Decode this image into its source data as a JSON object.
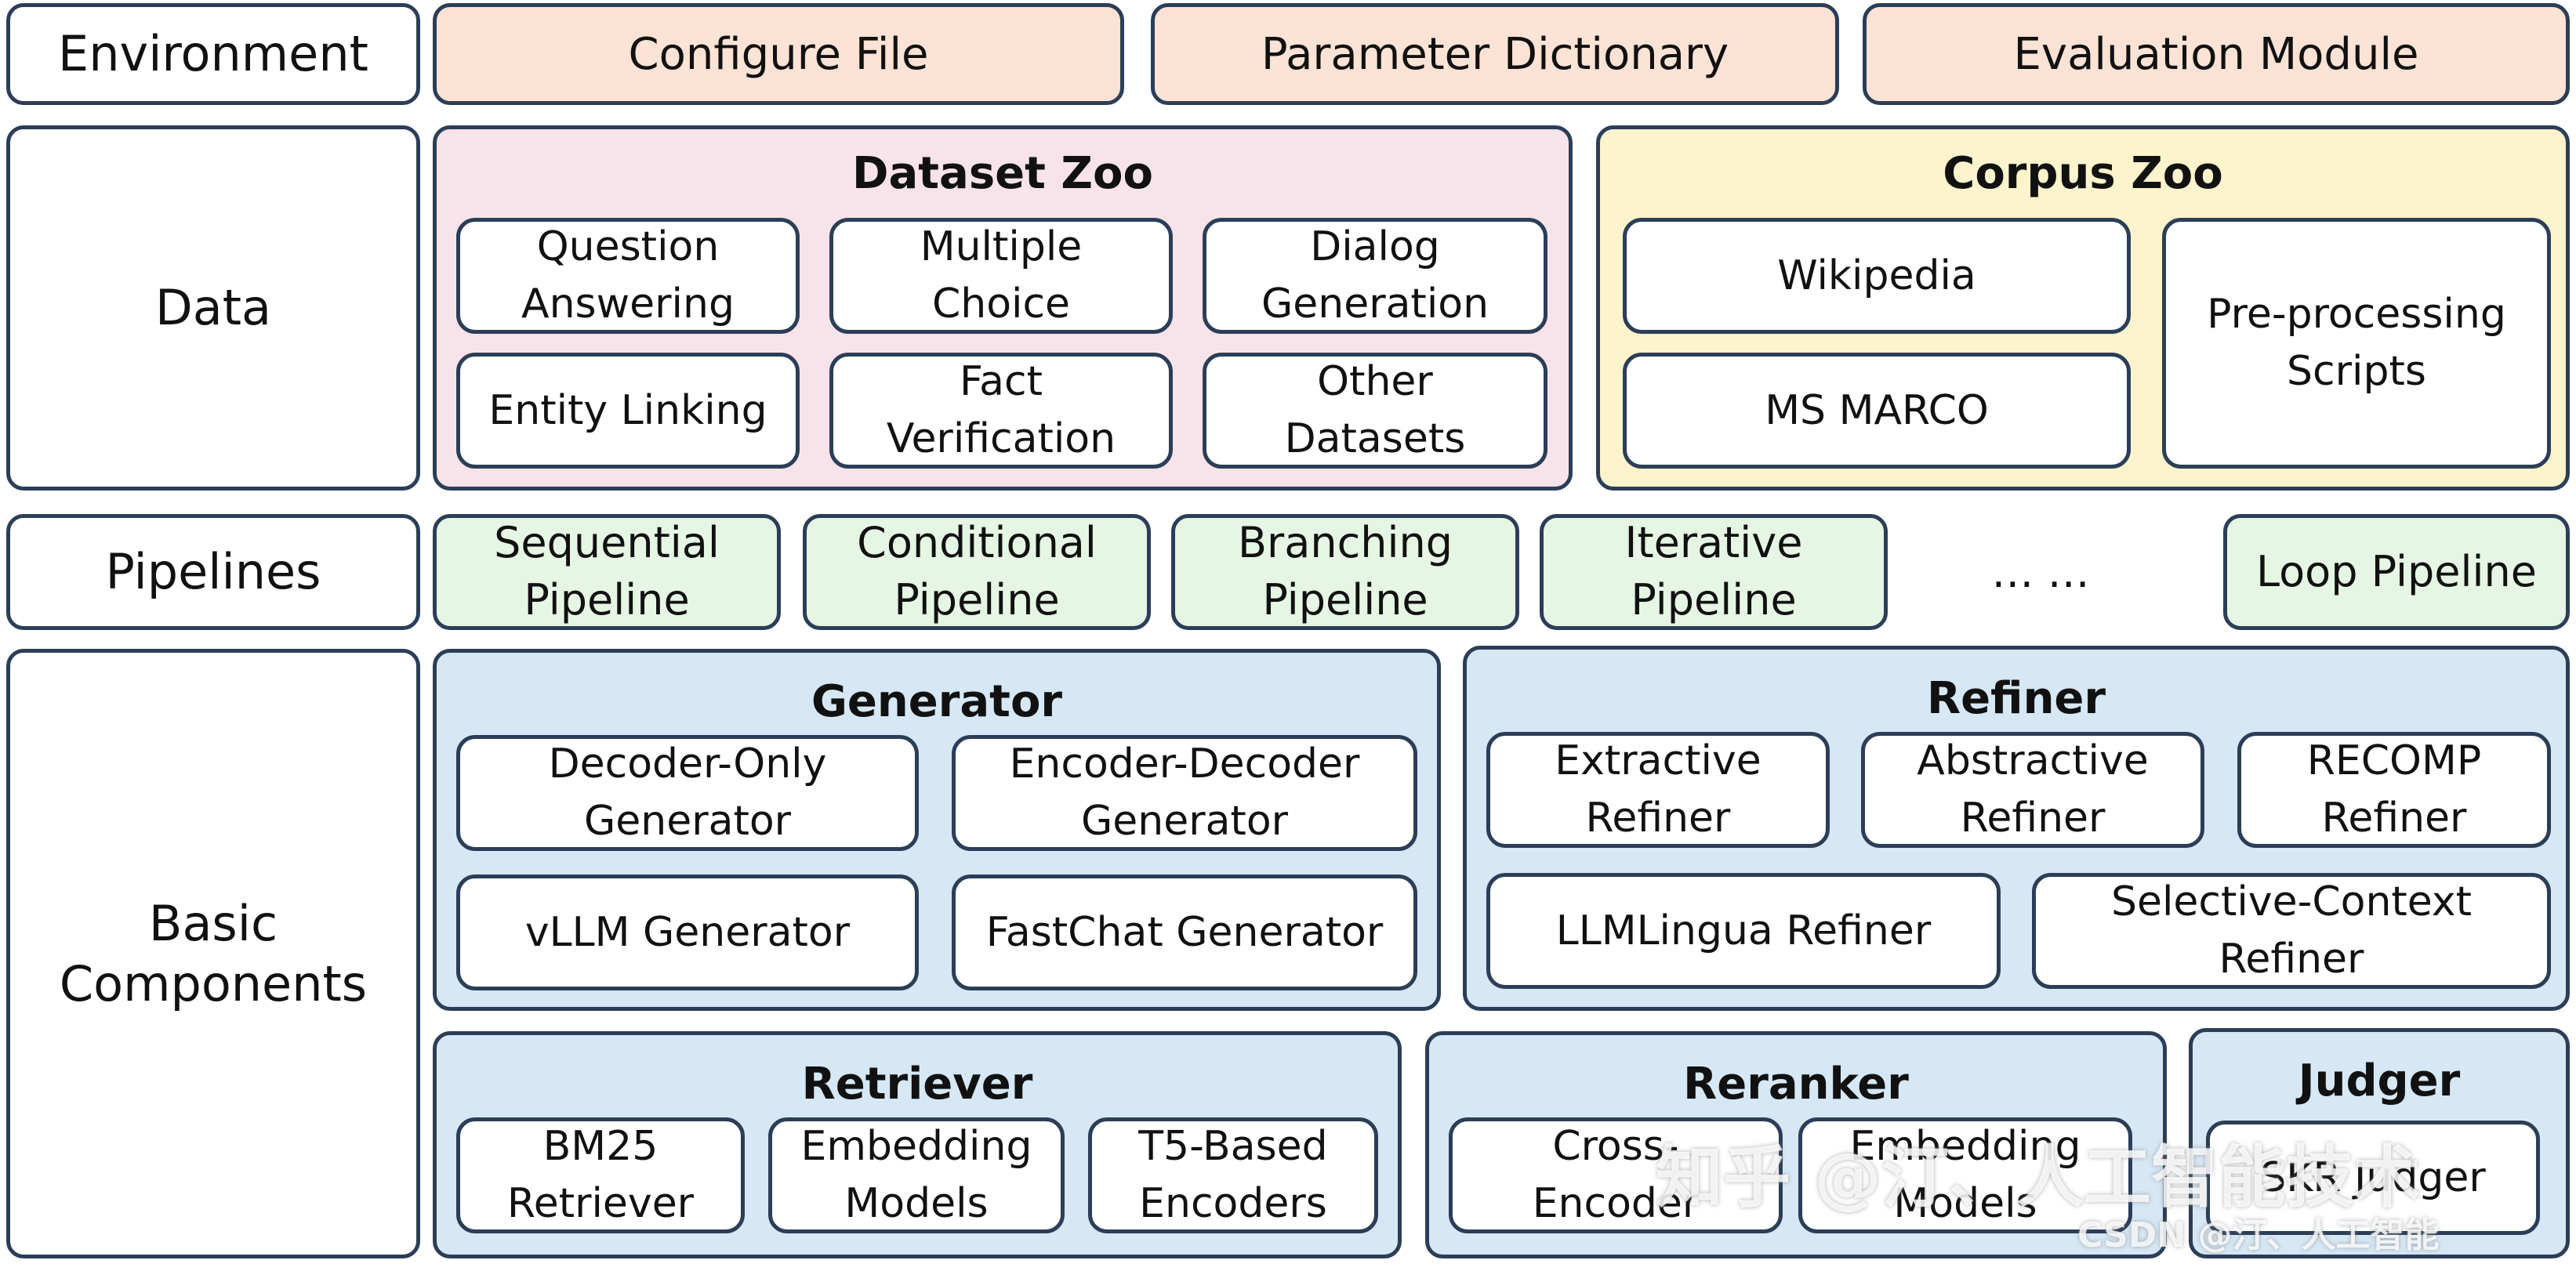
{
  "rows": {
    "environment": "Environment",
    "data": "Data",
    "pipelines": "Pipelines",
    "basic_components": "Basic\nComponents"
  },
  "environment": [
    "Configure File",
    "Parameter Dictionary",
    "Evaluation Module"
  ],
  "dataset_zoo": {
    "title": "Dataset Zoo",
    "items": [
      "Question\nAnswering",
      "Multiple\nChoice",
      "Dialog\nGeneration",
      "Entity Linking",
      "Fact\nVerification",
      "Other\nDatasets"
    ]
  },
  "corpus_zoo": {
    "title": "Corpus Zoo",
    "items": [
      "Wikipedia",
      "MS MARCO",
      "Pre-processing\nScripts"
    ]
  },
  "pipelines": [
    "Sequential\nPipeline",
    "Conditional\nPipeline",
    "Branching\nPipeline",
    "Iterative\nPipeline",
    "… …",
    "Loop Pipeline"
  ],
  "generator": {
    "title": "Generator",
    "items": [
      "Decoder-Only\nGenerator",
      "Encoder-Decoder\nGenerator",
      "vLLM Generator",
      "FastChat Generator"
    ]
  },
  "refiner": {
    "title": "Refiner",
    "items": [
      "Extractive\nRefiner",
      "Abstractive\nRefiner",
      "RECOMP\nRefiner",
      "LLMLingua Refiner",
      "Selective-Context\nRefiner"
    ]
  },
  "retriever": {
    "title": "Retriever",
    "items": [
      "BM25\nRetriever",
      "Embedding\nModels",
      "T5-Based\nEncoders"
    ]
  },
  "reranker": {
    "title": "Reranker",
    "items": [
      "Cross-\nEncoder",
      "Embedding\nModels"
    ]
  },
  "judger": {
    "title": "Judger",
    "items": [
      "SKR Judger"
    ]
  },
  "watermark": {
    "main": "知乎 @汀、人工智能技术",
    "small": "CSDN @汀、人工智能"
  },
  "colors": {
    "border": "#2c3e57",
    "environment_fill": "#fde3d5",
    "dataset_fill": "#f9e3ea",
    "corpus_fill": "#fdf3cd",
    "pipeline_fill": "#e6f6e4",
    "component_fill": "#d6e8f5"
  }
}
